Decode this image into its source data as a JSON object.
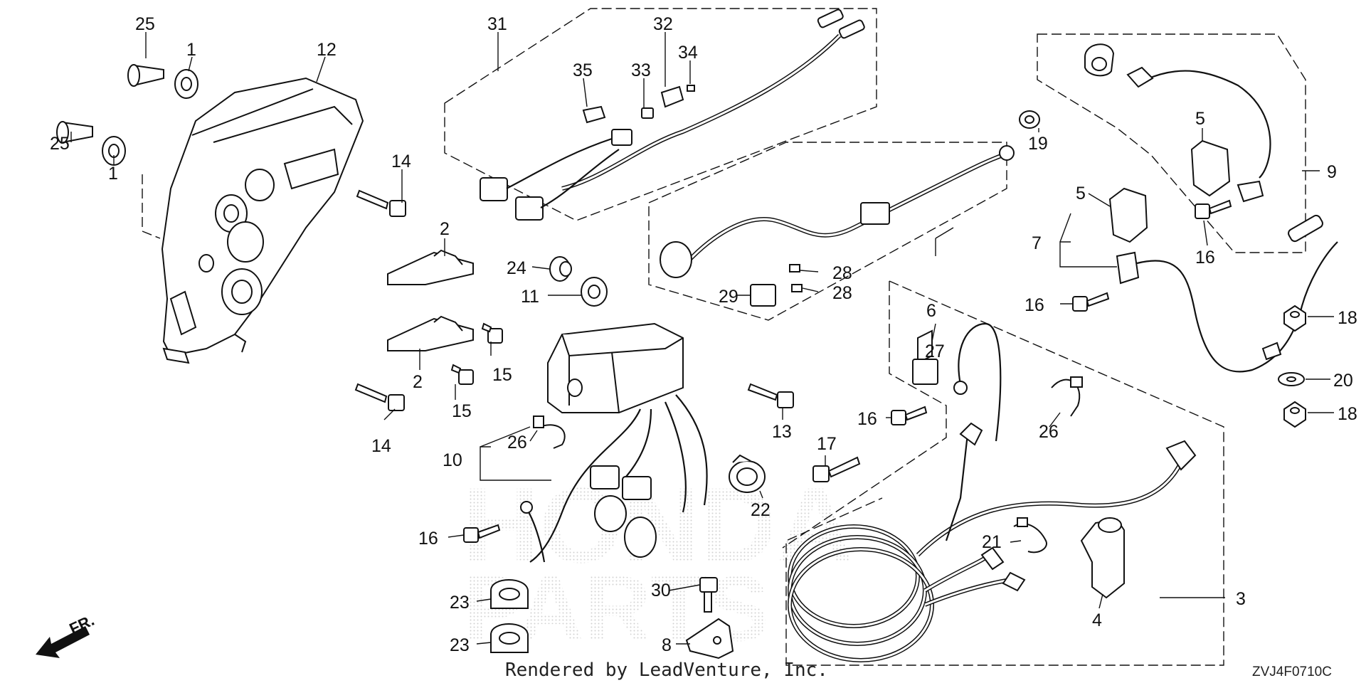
{
  "diagram": {
    "callouts": {
      "c1a": "1",
      "c1b": "1",
      "c2a": "2",
      "c2b": "2",
      "c3": "3",
      "c4": "4",
      "c5a": "5",
      "c5b": "5",
      "c6": "6",
      "c7": "7",
      "c8": "8",
      "c9": "9",
      "c10": "10",
      "c11": "11",
      "c12": "12",
      "c13": "13",
      "c14a": "14",
      "c14b": "14",
      "c15a": "15",
      "c15b": "15",
      "c16a": "16",
      "c16b": "16",
      "c16c": "16",
      "c16d": "16",
      "c17": "17",
      "c18a": "18",
      "c18b": "18",
      "c19": "19",
      "c20": "20",
      "c21": "21",
      "c22": "22",
      "c23a": "23",
      "c23b": "23",
      "c24": "24",
      "c25a": "25",
      "c25b": "25",
      "c26a": "26",
      "c26b": "26",
      "c27": "27",
      "c28a": "28",
      "c28b": "28",
      "c29": "29",
      "c30": "30",
      "c31": "31",
      "c32": "32",
      "c33": "33",
      "c34": "34",
      "c35": "35"
    },
    "watermark_letters": "HONDA",
    "watermark_subletters": "PARTS"
  },
  "direction_label": "FR.",
  "footer_text": "Rendered by LeadVenture, Inc.",
  "diagram_code": "ZVJ4F0710C",
  "colors": {
    "ink": "#111111",
    "watermark": "#c9c9c9",
    "background": "#ffffff"
  }
}
